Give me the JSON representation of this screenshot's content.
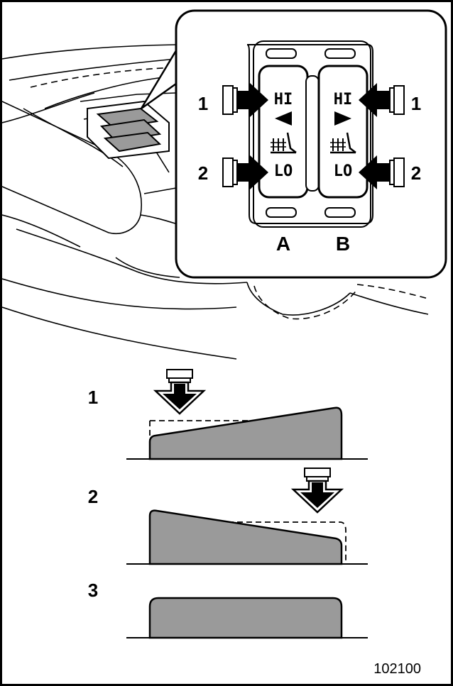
{
  "figure_id": "102100",
  "switch_panel": {
    "left_switch": {
      "letter": "A",
      "hi": "HI",
      "lo": "LO"
    },
    "right_switch": {
      "letter": "B",
      "hi": "HI",
      "lo": "LO"
    },
    "callouts": {
      "top": "1",
      "bottom": "2"
    }
  },
  "states": [
    {
      "number": "1",
      "pressed_end": "front"
    },
    {
      "number": "2",
      "pressed_end": "rear"
    },
    {
      "number": "3",
      "pressed_end": "neutral"
    }
  ],
  "colors": {
    "line": "#000000",
    "switch_fill": "#9a9a9a",
    "background": "#ffffff"
  }
}
